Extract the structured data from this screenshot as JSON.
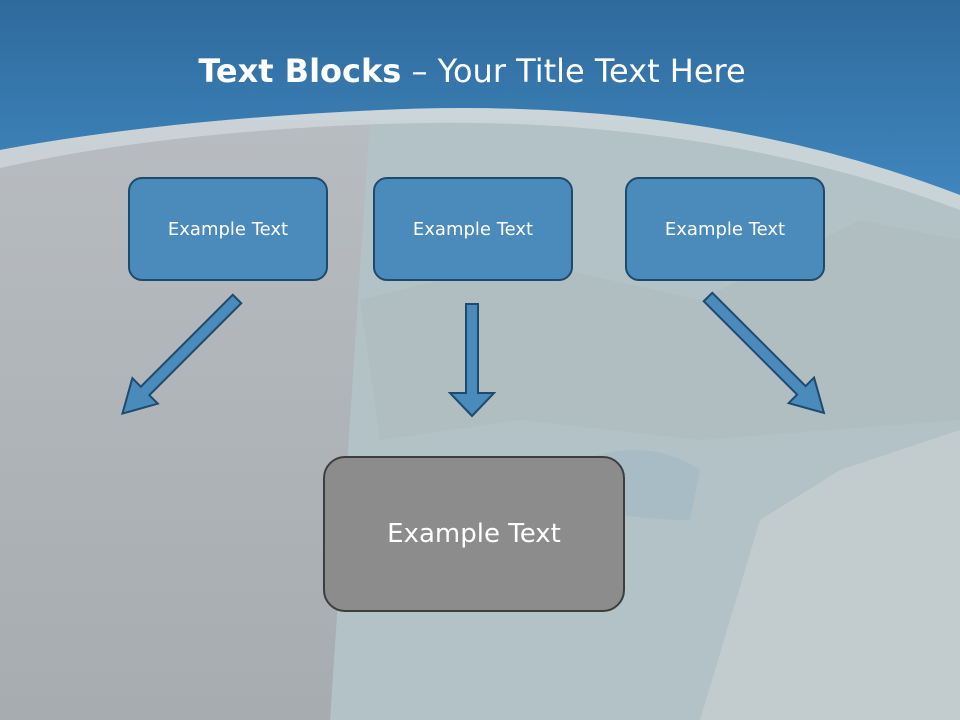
{
  "slide": {
    "title_bold": "Text Blocks",
    "title_separator": " – ",
    "title_rest": "Your Title Text Here"
  },
  "boxes": {
    "top": [
      {
        "label": "Example Text"
      },
      {
        "label": "Example Text"
      },
      {
        "label": "Example Text"
      }
    ],
    "main": {
      "label": "Example Text"
    }
  },
  "colors": {
    "header_blue": "#3a78ad",
    "box_blue": "#4a8bbb",
    "box_blue_border": "#1e4a6e",
    "box_gray": "#8c8c8c",
    "arrow_fill": "#4a8bbb",
    "arrow_stroke": "#1e4a6e"
  }
}
